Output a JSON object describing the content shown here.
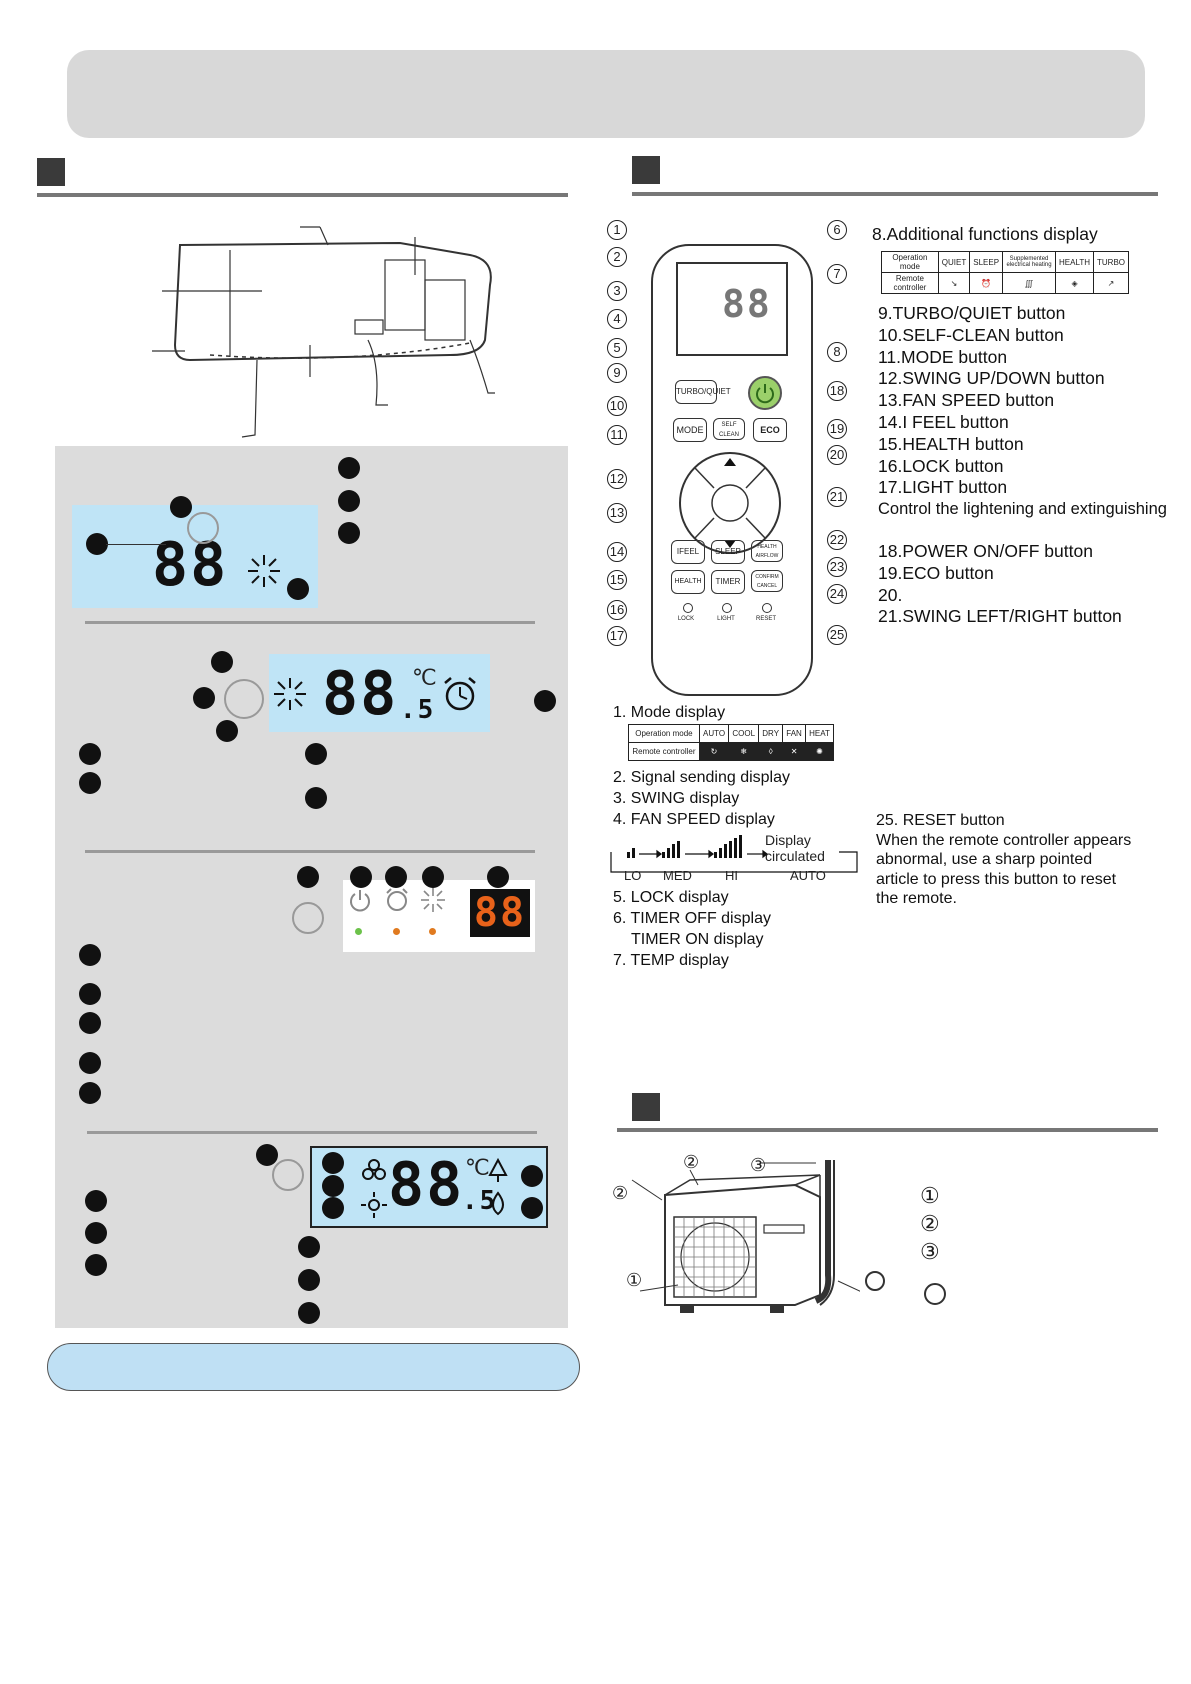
{
  "remote": {
    "callout_numbers": [
      "1",
      "2",
      "3",
      "4",
      "5",
      "6",
      "7",
      "8",
      "9",
      "10",
      "11",
      "12",
      "13",
      "14",
      "15",
      "16",
      "17",
      "18",
      "19",
      "20",
      "21",
      "22",
      "23",
      "24",
      "25"
    ],
    "button_labels": {
      "turbo_quiet": "TURBO/QUIET",
      "self_clean": "SELF CLEAN",
      "mode": "MODE",
      "eco": "ECO",
      "ifeel": "IFEEL",
      "sleep": "SLEEP",
      "health_airflow": "HEALTH AIRFLOW",
      "health": "HEALTH",
      "timer": "TIMER",
      "confirm_cancel": "CONFIRM CANCEL",
      "lock": "LOCK",
      "light": "LIGHT",
      "reset": "RESET"
    }
  },
  "additional": {
    "title": "8.Additional functions display",
    "table": {
      "row_labels": [
        "Operation mode",
        "Remote controller"
      ],
      "columns": [
        "QUIET",
        "SLEEP",
        "Supplemented electrical heating",
        "HEALTH",
        "TURBO"
      ]
    }
  },
  "buttons_list": [
    "9.TURBO/QUIET button",
    "10.SELF-CLEAN button",
    "11.MODE button",
    "12.SWING UP/DOWN button",
    "13.FAN SPEED button",
    "14.I FEEL button",
    "15.HEALTH button",
    "16.LOCK button",
    "17.LIGHT button",
    "Control the lightening and extinguishing"
  ],
  "buttons_list2": [
    "18.POWER ON/OFF button",
    "19.ECO button",
    "20.",
    "21.SWING LEFT/RIGHT button"
  ],
  "mode_display": {
    "title": "1. Mode display",
    "row_labels": [
      "Operation mode",
      "Remote controller"
    ],
    "columns": [
      "AUTO",
      "COOL",
      "DRY",
      "FAN",
      "HEAT"
    ]
  },
  "displays_list": [
    "2. Signal sending display",
    "3. SWING  display",
    "4. FAN SPEED display"
  ],
  "fan_speed": {
    "labels": [
      "LO",
      "MED",
      "HI",
      "AUTO"
    ],
    "note": "Display circulated"
  },
  "displays_list2": [
    "5. LOCK display",
    "6. TIMER OFF display",
    "TIMER ON display",
    "7. TEMP display"
  ],
  "reset": {
    "title": "25. RESET button",
    "desc": [
      "When the remote controller appears",
      "abnormal, use a sharp pointed",
      "article to press this button to reset",
      "the remote."
    ]
  },
  "lcd": {
    "digits": "88",
    "digits_decimal": ".5",
    "unit": "℃"
  },
  "outdoor": {
    "callouts": [
      "①",
      "②",
      "③"
    ],
    "legend_numbers": [
      "①",
      "②",
      "③"
    ]
  },
  "colors": {
    "lcd_bg": "#bfe4f6",
    "panel_bg": "#dcdcdc",
    "note_bg": "#bfe0f4",
    "power_button": "#9bd06a",
    "led_green": "#6cc24a",
    "led_orange": "#e07a1f",
    "seg_display": "#e8621a"
  }
}
